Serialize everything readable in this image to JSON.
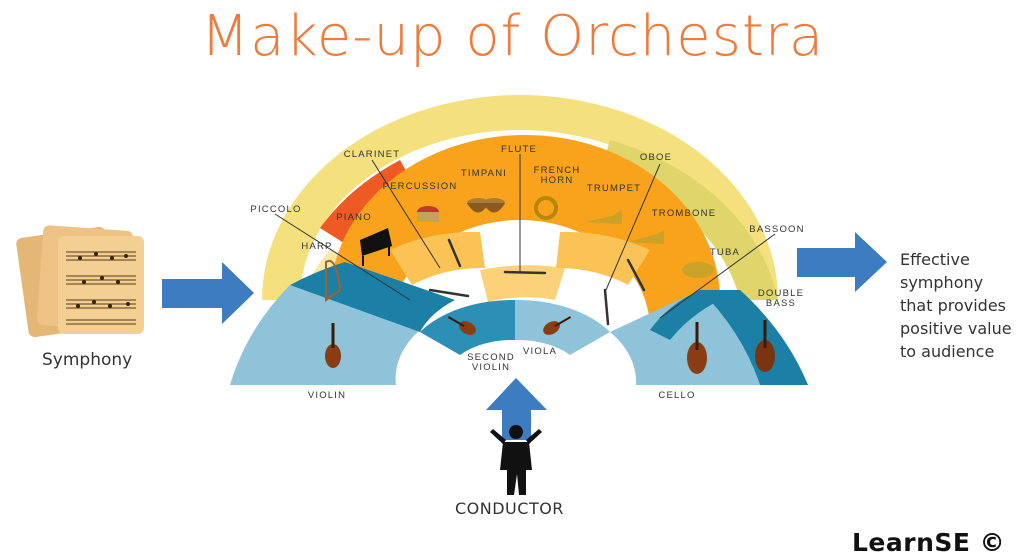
{
  "title": "Make-up of Orchestra",
  "symphony_label": "Symphony",
  "effect_lines": [
    "Effective",
    "symphony",
    "that provides",
    "positive value",
    "to audience"
  ],
  "conductor_label": "CONDUCTOR",
  "brand": "LearnSE ©",
  "instruments": {
    "flute": "FLUTE",
    "clarinet": "CLARINET",
    "oboe": "OBOE",
    "french_horn_1": "FRENCH",
    "french_horn_2": "HORN",
    "percussion": "PERCUSSION",
    "timpani": "TIMPANI",
    "trumpet": "TRUMPET",
    "piccolo": "PICCOLO",
    "trombone": "TROMBONE",
    "bassoon": "BASSOON",
    "piano": "PIANO",
    "harp": "HARP",
    "tuba": "TUBA",
    "double_bass_1": "DOUBLE",
    "double_bass_2": "BASS",
    "viola": "VIOLA",
    "second_violin_1": "SECOND",
    "second_violin_2": "VIOLIN",
    "violin": "VIOLIN",
    "cello": "CELLO"
  },
  "colors": {
    "title": "#f07a3a",
    "arrow": "#3d7cc0",
    "strings_light": "#8fc3d9",
    "strings_dark": "#1b7fa6",
    "woodwinds": "#f9a21b",
    "woodwinds_light": "#fbd27a",
    "brass": "#f4e07c",
    "piano_red": "#ee5a24"
  }
}
